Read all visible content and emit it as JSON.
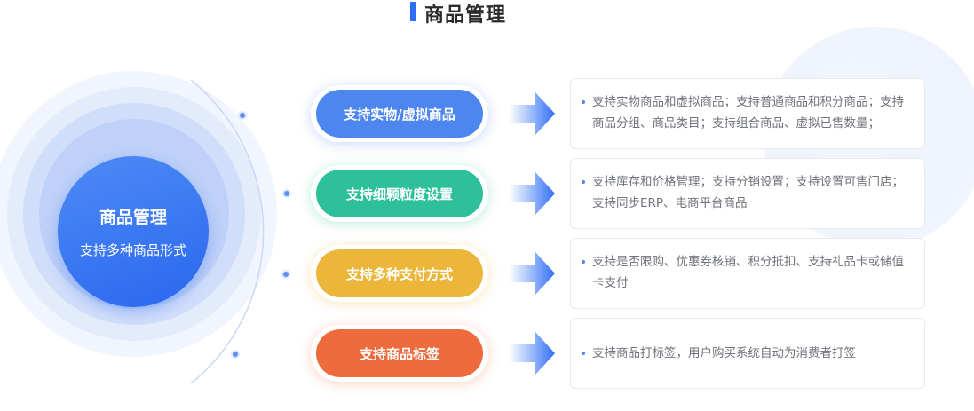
{
  "page": {
    "title": "商品管理"
  },
  "center": {
    "title": "商品管理",
    "subtitle": "支持多种商品形式"
  },
  "features": [
    {
      "label": "支持实物/虚拟商品",
      "color": "#4d86ee",
      "description": "支持实物商品和虚拟商品；支持普通商品和积分商品；支持商品分组、商品类目；支持组合商品、虚拟已售数量；"
    },
    {
      "label": "支持细颗粒度设置",
      "color": "#2ebf9b",
      "description": "支持库存和价格管理；支持分销设置；支持设置可售门店；支持同步ERP、电商平台商品"
    },
    {
      "label": "支持多种支付方式",
      "color": "#ebb63a",
      "description": "支持是否限购、优惠券核销、积分抵扣、支持礼品卡或储值卡支付"
    },
    {
      "label": "支持商品标签",
      "color": "#ed6b3c",
      "description": "支持商品打标签，用户购买系统自动为消费者打签"
    }
  ],
  "colors": {
    "accent": "#2f6df6",
    "text": "#6f737a"
  }
}
